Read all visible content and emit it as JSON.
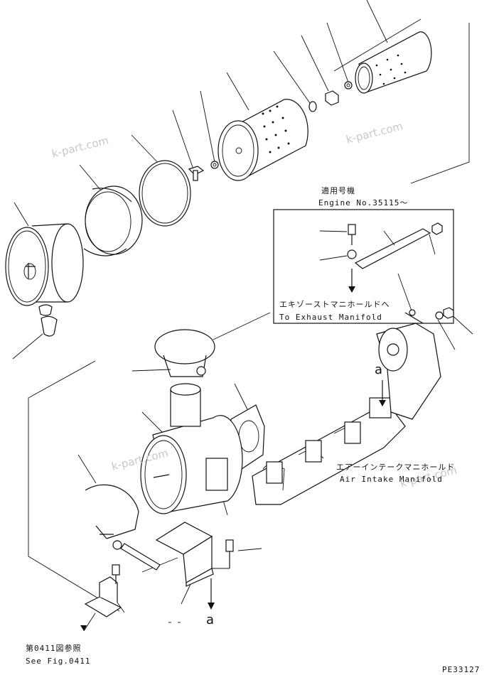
{
  "watermark": "k-part.com",
  "labels": {
    "applicable_jp": "適用号機",
    "applicable_en": "Engine No.35115～",
    "exhaust_jp": "エキゾーストマニホールドへ",
    "exhaust_en": "To Exhaust Manifold",
    "intake_jp": "エアーインテークマニホールド",
    "intake_en": "Air Intake Manifold",
    "ref_jp": "第0411図参照",
    "ref_en": "See Fig.0411",
    "arrow_a_top": "a",
    "arrow_a_bottom": "a",
    "figure_code": "PE33127"
  }
}
